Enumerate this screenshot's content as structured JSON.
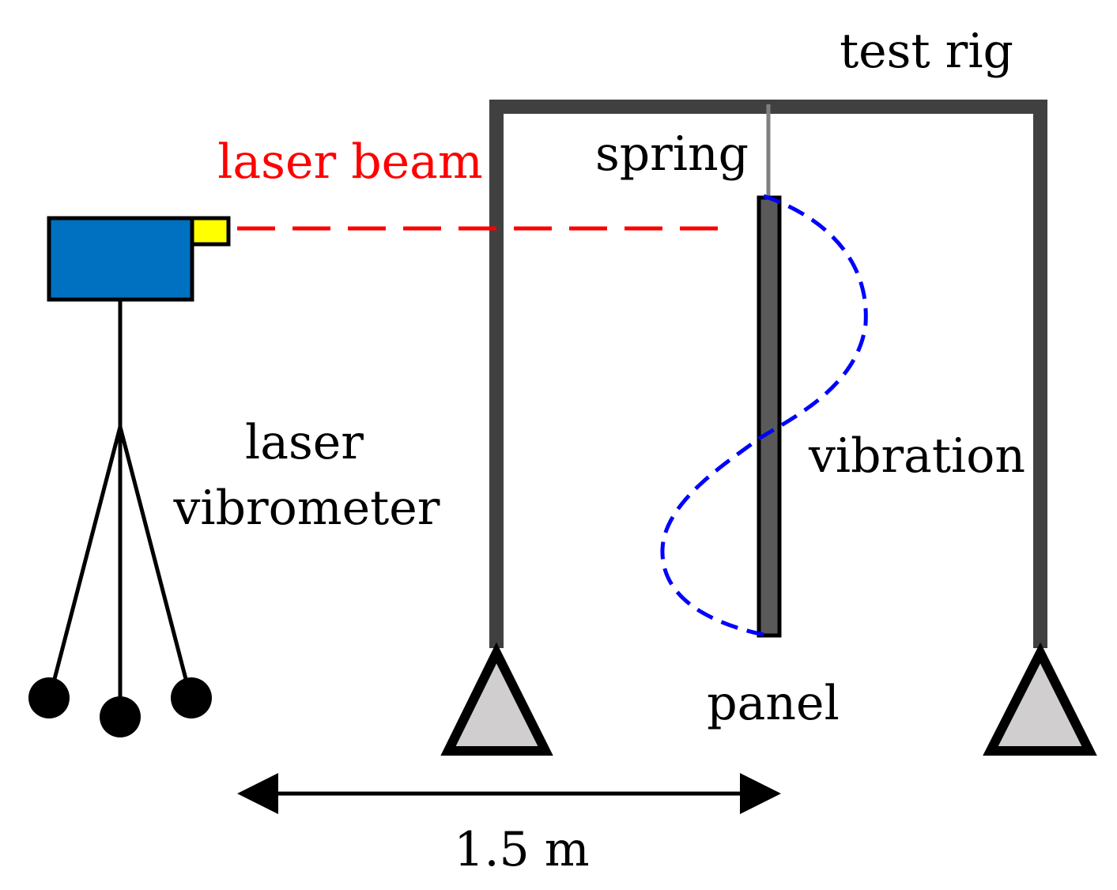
{
  "labels": {
    "test_rig": "test rig",
    "laser_beam": "laser beam",
    "spring": "spring",
    "laser_vibrometer_line1": "laser",
    "laser_vibrometer_line2": "vibrometer",
    "vibration": "vibration",
    "panel": "panel",
    "distance": "1.5 m"
  },
  "colors": {
    "frame": "#404040",
    "panel": "#595959",
    "support_fill": "#d0cece",
    "vibrometer_body": "#0070c0",
    "vibrometer_lens": "#ffff00",
    "laser_beam": "#ff0000",
    "vibration_wave": "#0000ff",
    "spring": "#808080",
    "tripod": "#000000",
    "text": "#000000"
  }
}
